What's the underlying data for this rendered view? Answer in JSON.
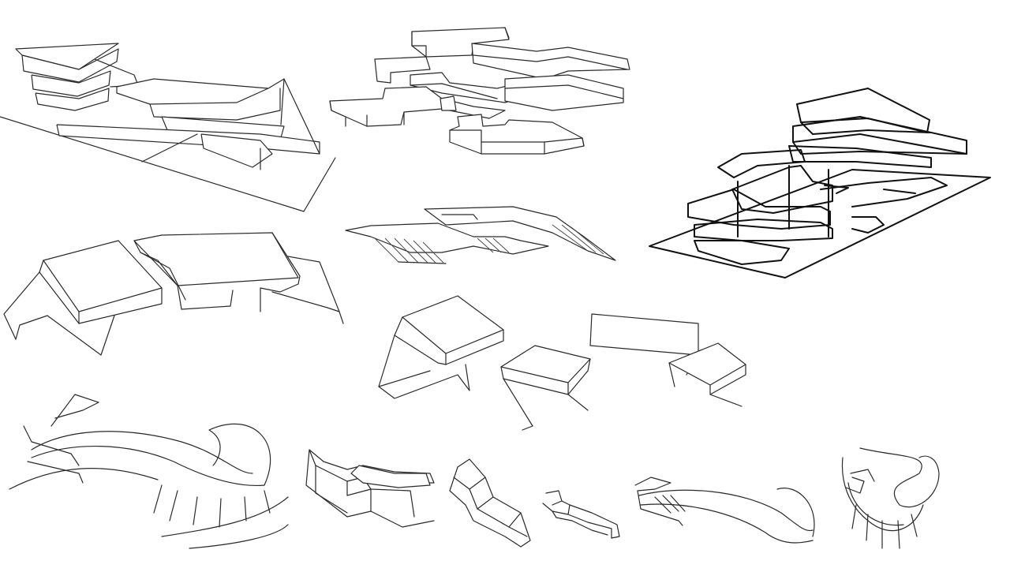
{
  "sketches": [
    {
      "id": "stacked-slabs-perspective"
    },
    {
      "id": "meandering-block-grid"
    },
    {
      "id": "layered-site-model"
    },
    {
      "id": "folded-planes-left"
    },
    {
      "id": "cantilever-wedge"
    },
    {
      "id": "three-folded-pavilions"
    },
    {
      "id": "curved-ramp-left"
    },
    {
      "id": "zigzag-bars-1"
    },
    {
      "id": "zigzag-bars-2"
    },
    {
      "id": "zigzag-bars-3"
    },
    {
      "id": "curved-ramp-right"
    },
    {
      "id": "spiral-tower"
    }
  ]
}
